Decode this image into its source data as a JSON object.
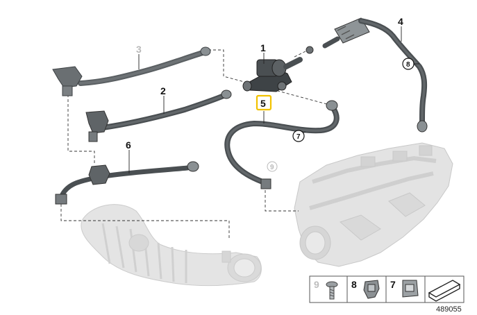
{
  "callouts": {
    "p1": "1",
    "p2": "2",
    "p3": "3",
    "p4": "4",
    "p5": "5",
    "p6": "6"
  },
  "circled": {
    "c8": "8",
    "c7": "7",
    "c9": "9"
  },
  "legend": {
    "item_9": "9",
    "item_8": "8",
    "item_7": "7"
  },
  "diagram_id": "489055",
  "colors": {
    "hose": "#4a4f52",
    "hose_light": "#9aa0a3",
    "ghost_part": "#dcdcdc",
    "highlight": "#f2c200"
  }
}
